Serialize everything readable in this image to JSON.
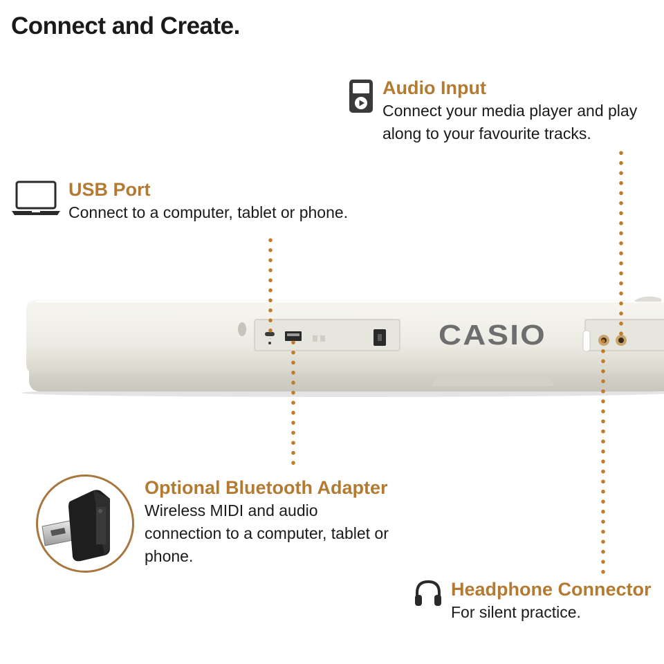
{
  "page": {
    "title": "Connect and Create."
  },
  "callouts": {
    "audio_input": {
      "title": "Audio Input",
      "description": "Connect your media player and play along to your favourite tracks."
    },
    "usb_port": {
      "title": "USB Port",
      "description": "Connect to a computer, tablet or phone."
    },
    "bluetooth_adapter": {
      "title": "Optional Bluetooth Adapter",
      "description": "Wireless MIDI and audio connection to a computer, tablet or phone."
    },
    "headphone": {
      "title": "Headphone Connector",
      "description": "For silent practice."
    }
  },
  "keyboard": {
    "brand": "CASIO"
  },
  "colors": {
    "accent": "#b37a32",
    "dots": "#c27d2c",
    "text": "#1a1a1a",
    "keyboard_body": "#ecebe4"
  },
  "icons": {
    "audio_input": "media-player-icon",
    "usb_port": "laptop-icon",
    "headphone": "headphones-icon"
  }
}
